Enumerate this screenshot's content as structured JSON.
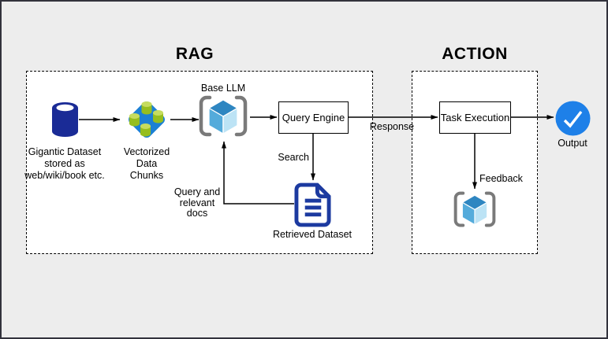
{
  "titles": {
    "rag": "RAG",
    "action": "ACTION"
  },
  "nodes": {
    "gigantic_dataset": {
      "lines": [
        "Gigantic Dataset",
        "stored as",
        "web/wiki/book etc."
      ]
    },
    "vectorized_chunks": {
      "lines": [
        "Vectorized",
        "Data",
        "Chunks"
      ]
    },
    "base_llm": {
      "label": "Base LLM"
    },
    "query_engine": {
      "label": "Query Engine"
    },
    "retrieved_dataset": {
      "label": "Retrieved Dataset"
    },
    "task_execution": {
      "label": "Task Execution"
    },
    "output": {
      "label": "Output"
    }
  },
  "edges": {
    "response": "Response",
    "search": "Search",
    "feedback": "Feedback",
    "query_docs_lines": [
      "Query and",
      "relevant",
      "docs"
    ]
  },
  "colors": {
    "database": "#1a2b96",
    "diamond": "#1c80d4",
    "chunk_body": "#96be1e",
    "chunk_top": "#c6dc5e",
    "cube_top": "#2e86c1",
    "cube_left": "#54abdb",
    "cube_right": "#bce3f5",
    "bracket": "#7a7a7a",
    "document": "#1c3aa0",
    "output_circle": "#1e80e8",
    "connector": "#000000",
    "canvas_bg": "#ededed",
    "box_bg": "#ffffff"
  }
}
